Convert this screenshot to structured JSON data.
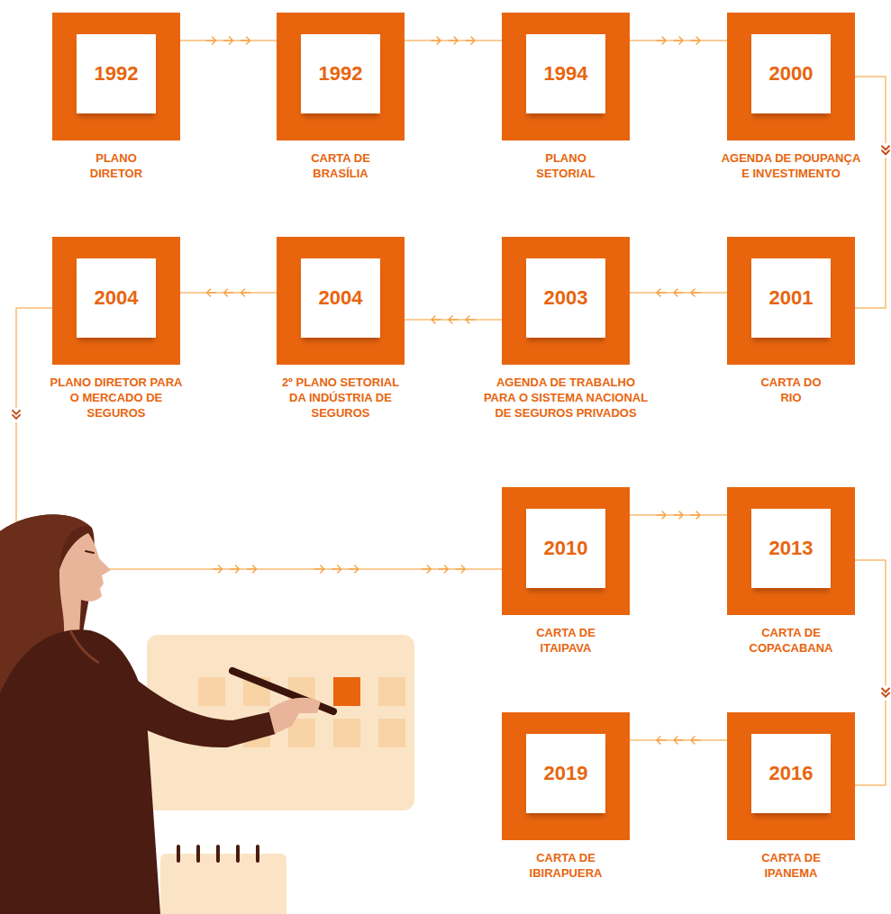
{
  "diagram": {
    "nodes": [
      {
        "text": [
          "1992",
          "PLANO DIRETOR"
        ]
      },
      {
        "text": [
          "1992",
          "CARTA DE BRASÍLIA"
        ]
      },
      {
        "text": [
          "1994",
          "PLANO SETORIAL"
        ]
      },
      {
        "text": [
          "2000",
          "AGENDA DE POUPANÇA E INVESTIMENTO"
        ]
      },
      {
        "text": [
          "2001",
          "CARTA DO RIO"
        ]
      },
      {
        "text": [
          "2003",
          "AGENDA DE TRABALHO PARA O SISTEMA NACIONAL DE SEGUROS PRIVADOS"
        ]
      },
      {
        "text": [
          "2004",
          "2º PLANO SETORIAL DA INDÚSTRIA DE SEGUROS"
        ]
      },
      {
        "text": [
          "2004",
          "PLANO DIRETOR PARA O MERCADO DE SEGUROS"
        ]
      },
      {
        "text": [
          "2010",
          "CARTA DE ITAIPAVA"
        ]
      },
      {
        "text": [
          "2013",
          "CARTA DE COPACABANA"
        ]
      },
      {
        "text": [
          "2016",
          "CARTA DE IPANEMA"
        ]
      },
      {
        "text": [
          "2019",
          "CARTA DE IBIRAPUERA"
        ]
      }
    ],
    "edges": [
      {
        "from": 0,
        "to": 1,
        "arrow": "to"
      },
      {
        "from": 1,
        "to": 2,
        "arrow": "to"
      },
      {
        "from": 2,
        "to": 3,
        "arrow": "to"
      },
      {
        "from": 3,
        "to": 4,
        "arrow": "to"
      },
      {
        "from": 4,
        "to": 5,
        "arrow": "to"
      },
      {
        "from": 5,
        "to": 6,
        "arrow": "to"
      },
      {
        "from": 6,
        "to": 7,
        "arrow": "to"
      },
      {
        "from": 7,
        "to": 8,
        "arrow": "to"
      },
      {
        "from": 8,
        "to": 9,
        "arrow": "to"
      },
      {
        "from": 9,
        "to": 10,
        "arrow": "to"
      },
      {
        "from": 10,
        "to": 11,
        "arrow": "to"
      }
    ]
  }
}
